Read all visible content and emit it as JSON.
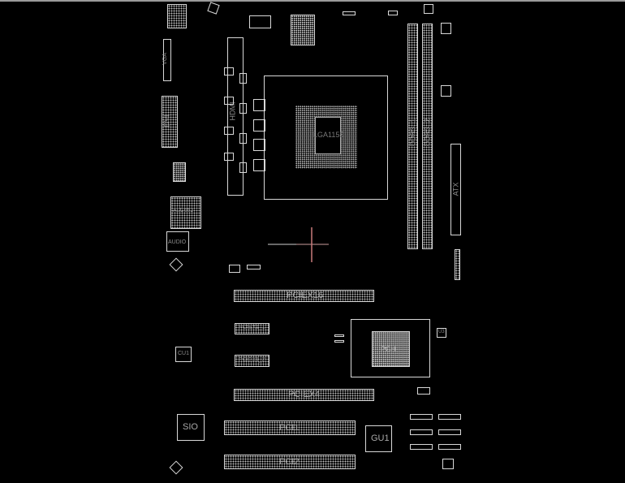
{
  "board": {
    "labels": {
      "vga": "VGA",
      "dvi": "DVI",
      "hdmi": "HDMI",
      "cpu_socket": "LGA1155",
      "dimm1": "DDR3_1",
      "dimm2": "DDR3_2",
      "atx": "ATX",
      "audio_codec": "ALC662",
      "audio": "AUDIO",
      "pciex16": "PCIEX16",
      "pciex1_1": "PCIEX1_1",
      "pciex1_2": "PCIEX1_2",
      "pciex4": "PCIEX4",
      "pci1": "PCI1",
      "pci2": "PCI2",
      "sio": "SIO",
      "gu1": "GU1",
      "cu1": "CU1",
      "pch": "PCH",
      "u3": "U3"
    },
    "colors": {
      "background": "#000000",
      "outline": "#d8d8d8",
      "crosshair": "#c87a7a"
    }
  }
}
